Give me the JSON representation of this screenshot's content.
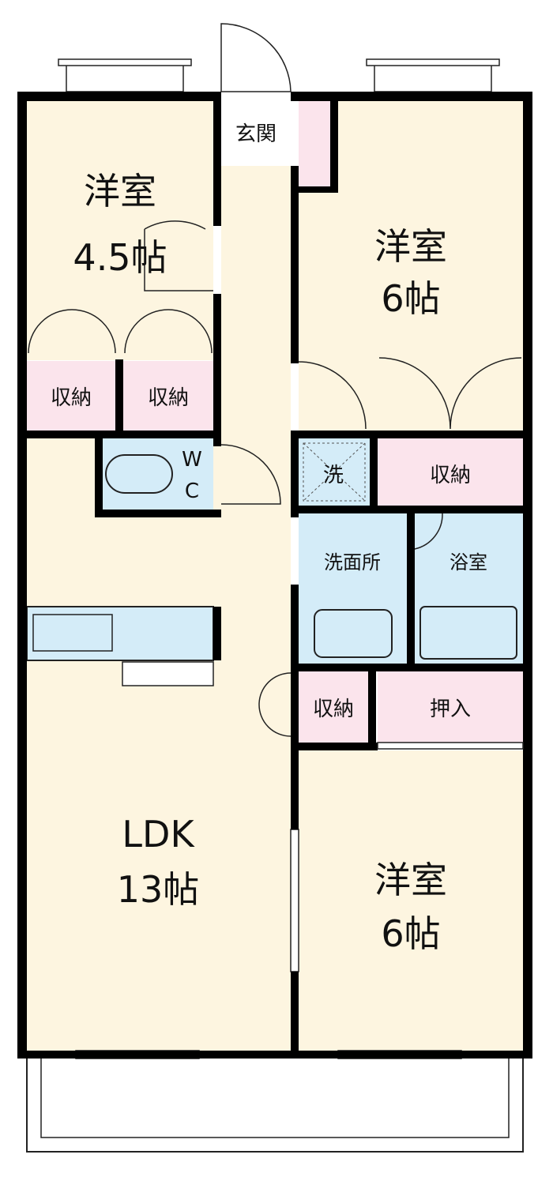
{
  "colors": {
    "floor": "#fdf5e0",
    "storage": "#fbe4ec",
    "wet": "#d4ecf8",
    "wall": "#000000"
  },
  "rooms": {
    "western_nw": {
      "name": "洋室",
      "size": "4.5帖"
    },
    "western_ne": {
      "name": "洋室",
      "size": "6帖"
    },
    "western_se": {
      "name": "洋室",
      "size": "6帖"
    },
    "ldk": {
      "name": "LDK",
      "size": "13帖"
    },
    "entrance": "玄関",
    "storage_1": "収納",
    "storage_2": "収納",
    "storage_3": "収納",
    "storage_4": "収納",
    "oshiire": "押入",
    "wc_w": "W",
    "wc_c": "C",
    "washer": "洗",
    "washroom": "洗面所",
    "bathroom": "浴室"
  }
}
